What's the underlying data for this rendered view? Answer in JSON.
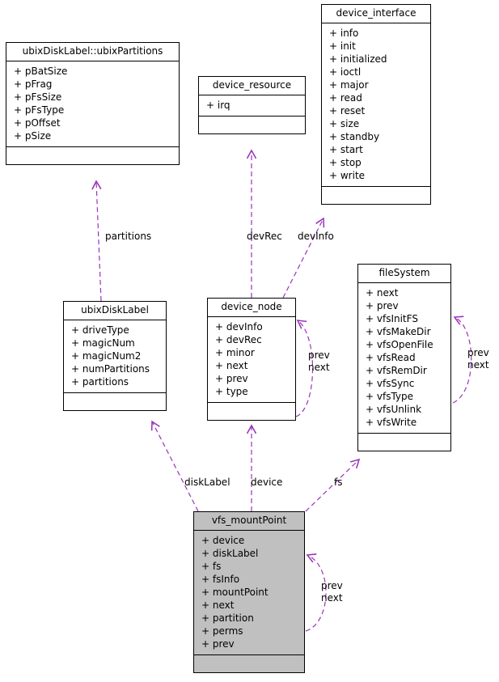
{
  "diagram": {
    "type": "uml-class-diagram",
    "accent_color": "#9933bb",
    "highlight_fill": "#c0c0c0",
    "classes": [
      {
        "id": "ubixPartitions",
        "name": "ubixDiskLabel::ubixPartitions",
        "attributes": [
          "+ pBatSize",
          "+ pFrag",
          "+ pFsSize",
          "+ pFsType",
          "+ pOffset",
          "+ pSize"
        ],
        "operations": [],
        "highlighted": false
      },
      {
        "id": "device_resource",
        "name": "device_resource",
        "attributes": [
          "+ irq"
        ],
        "operations": [],
        "highlighted": false
      },
      {
        "id": "device_interface",
        "name": "device_interface",
        "attributes": [
          "+ info",
          "+ init",
          "+ initialized",
          "+ ioctl",
          "+ major",
          "+ read",
          "+ reset",
          "+ size",
          "+ standby",
          "+ start",
          "+ stop",
          "+ write"
        ],
        "operations": [],
        "highlighted": false
      },
      {
        "id": "ubixDiskLabel",
        "name": "ubixDiskLabel",
        "attributes": [
          "+ driveType",
          "+ magicNum",
          "+ magicNum2",
          "+ numPartitions",
          "+ partitions"
        ],
        "operations": [],
        "highlighted": false
      },
      {
        "id": "device_node",
        "name": "device_node",
        "attributes": [
          "+ devInfo",
          "+ devRec",
          "+ minor",
          "+ next",
          "+ prev",
          "+ type"
        ],
        "operations": [],
        "highlighted": false
      },
      {
        "id": "fileSystem",
        "name": "fileSystem",
        "attributes": [
          "+ next",
          "+ prev",
          "+ vfsInitFS",
          "+ vfsMakeDir",
          "+ vfsOpenFile",
          "+ vfsRead",
          "+ vfsRemDir",
          "+ vfsSync",
          "+ vfsType",
          "+ vfsUnlink",
          "+ vfsWrite"
        ],
        "operations": [],
        "highlighted": false
      },
      {
        "id": "vfs_mountPoint",
        "name": "vfs_mountPoint",
        "attributes": [
          "+ device",
          "+ diskLabel",
          "+ fs",
          "+ fsInfo",
          "+ mountPoint",
          "+ next",
          "+ partition",
          "+ perms",
          "+ prev"
        ],
        "operations": [],
        "highlighted": true
      }
    ],
    "edge_labels": [
      {
        "id": "partitions",
        "text": "partitions",
        "from": "ubixDiskLabel",
        "to": "ubixPartitions"
      },
      {
        "id": "devRec",
        "text": "devRec",
        "from": "device_node",
        "to": "device_resource"
      },
      {
        "id": "devInfo",
        "text": "devInfo",
        "from": "device_node",
        "to": "device_interface"
      },
      {
        "id": "diskLabel",
        "text": "diskLabel",
        "from": "vfs_mountPoint",
        "to": "ubixDiskLabel"
      },
      {
        "id": "device",
        "text": "device",
        "from": "vfs_mountPoint",
        "to": "device_node"
      },
      {
        "id": "fs",
        "text": "fs",
        "from": "vfs_mountPoint",
        "to": "fileSystem"
      },
      {
        "id": "device_node_self",
        "text": "prev\nnext",
        "line1": "prev",
        "line2": "next",
        "from": "device_node",
        "to": "device_node"
      },
      {
        "id": "fileSystem_self",
        "text": "prev\nnext",
        "line1": "prev",
        "line2": "next",
        "from": "fileSystem",
        "to": "fileSystem"
      },
      {
        "id": "vfs_mountPoint_self",
        "text": "prev\nnext",
        "line1": "prev",
        "line2": "next",
        "from": "vfs_mountPoint",
        "to": "vfs_mountPoint"
      }
    ]
  }
}
